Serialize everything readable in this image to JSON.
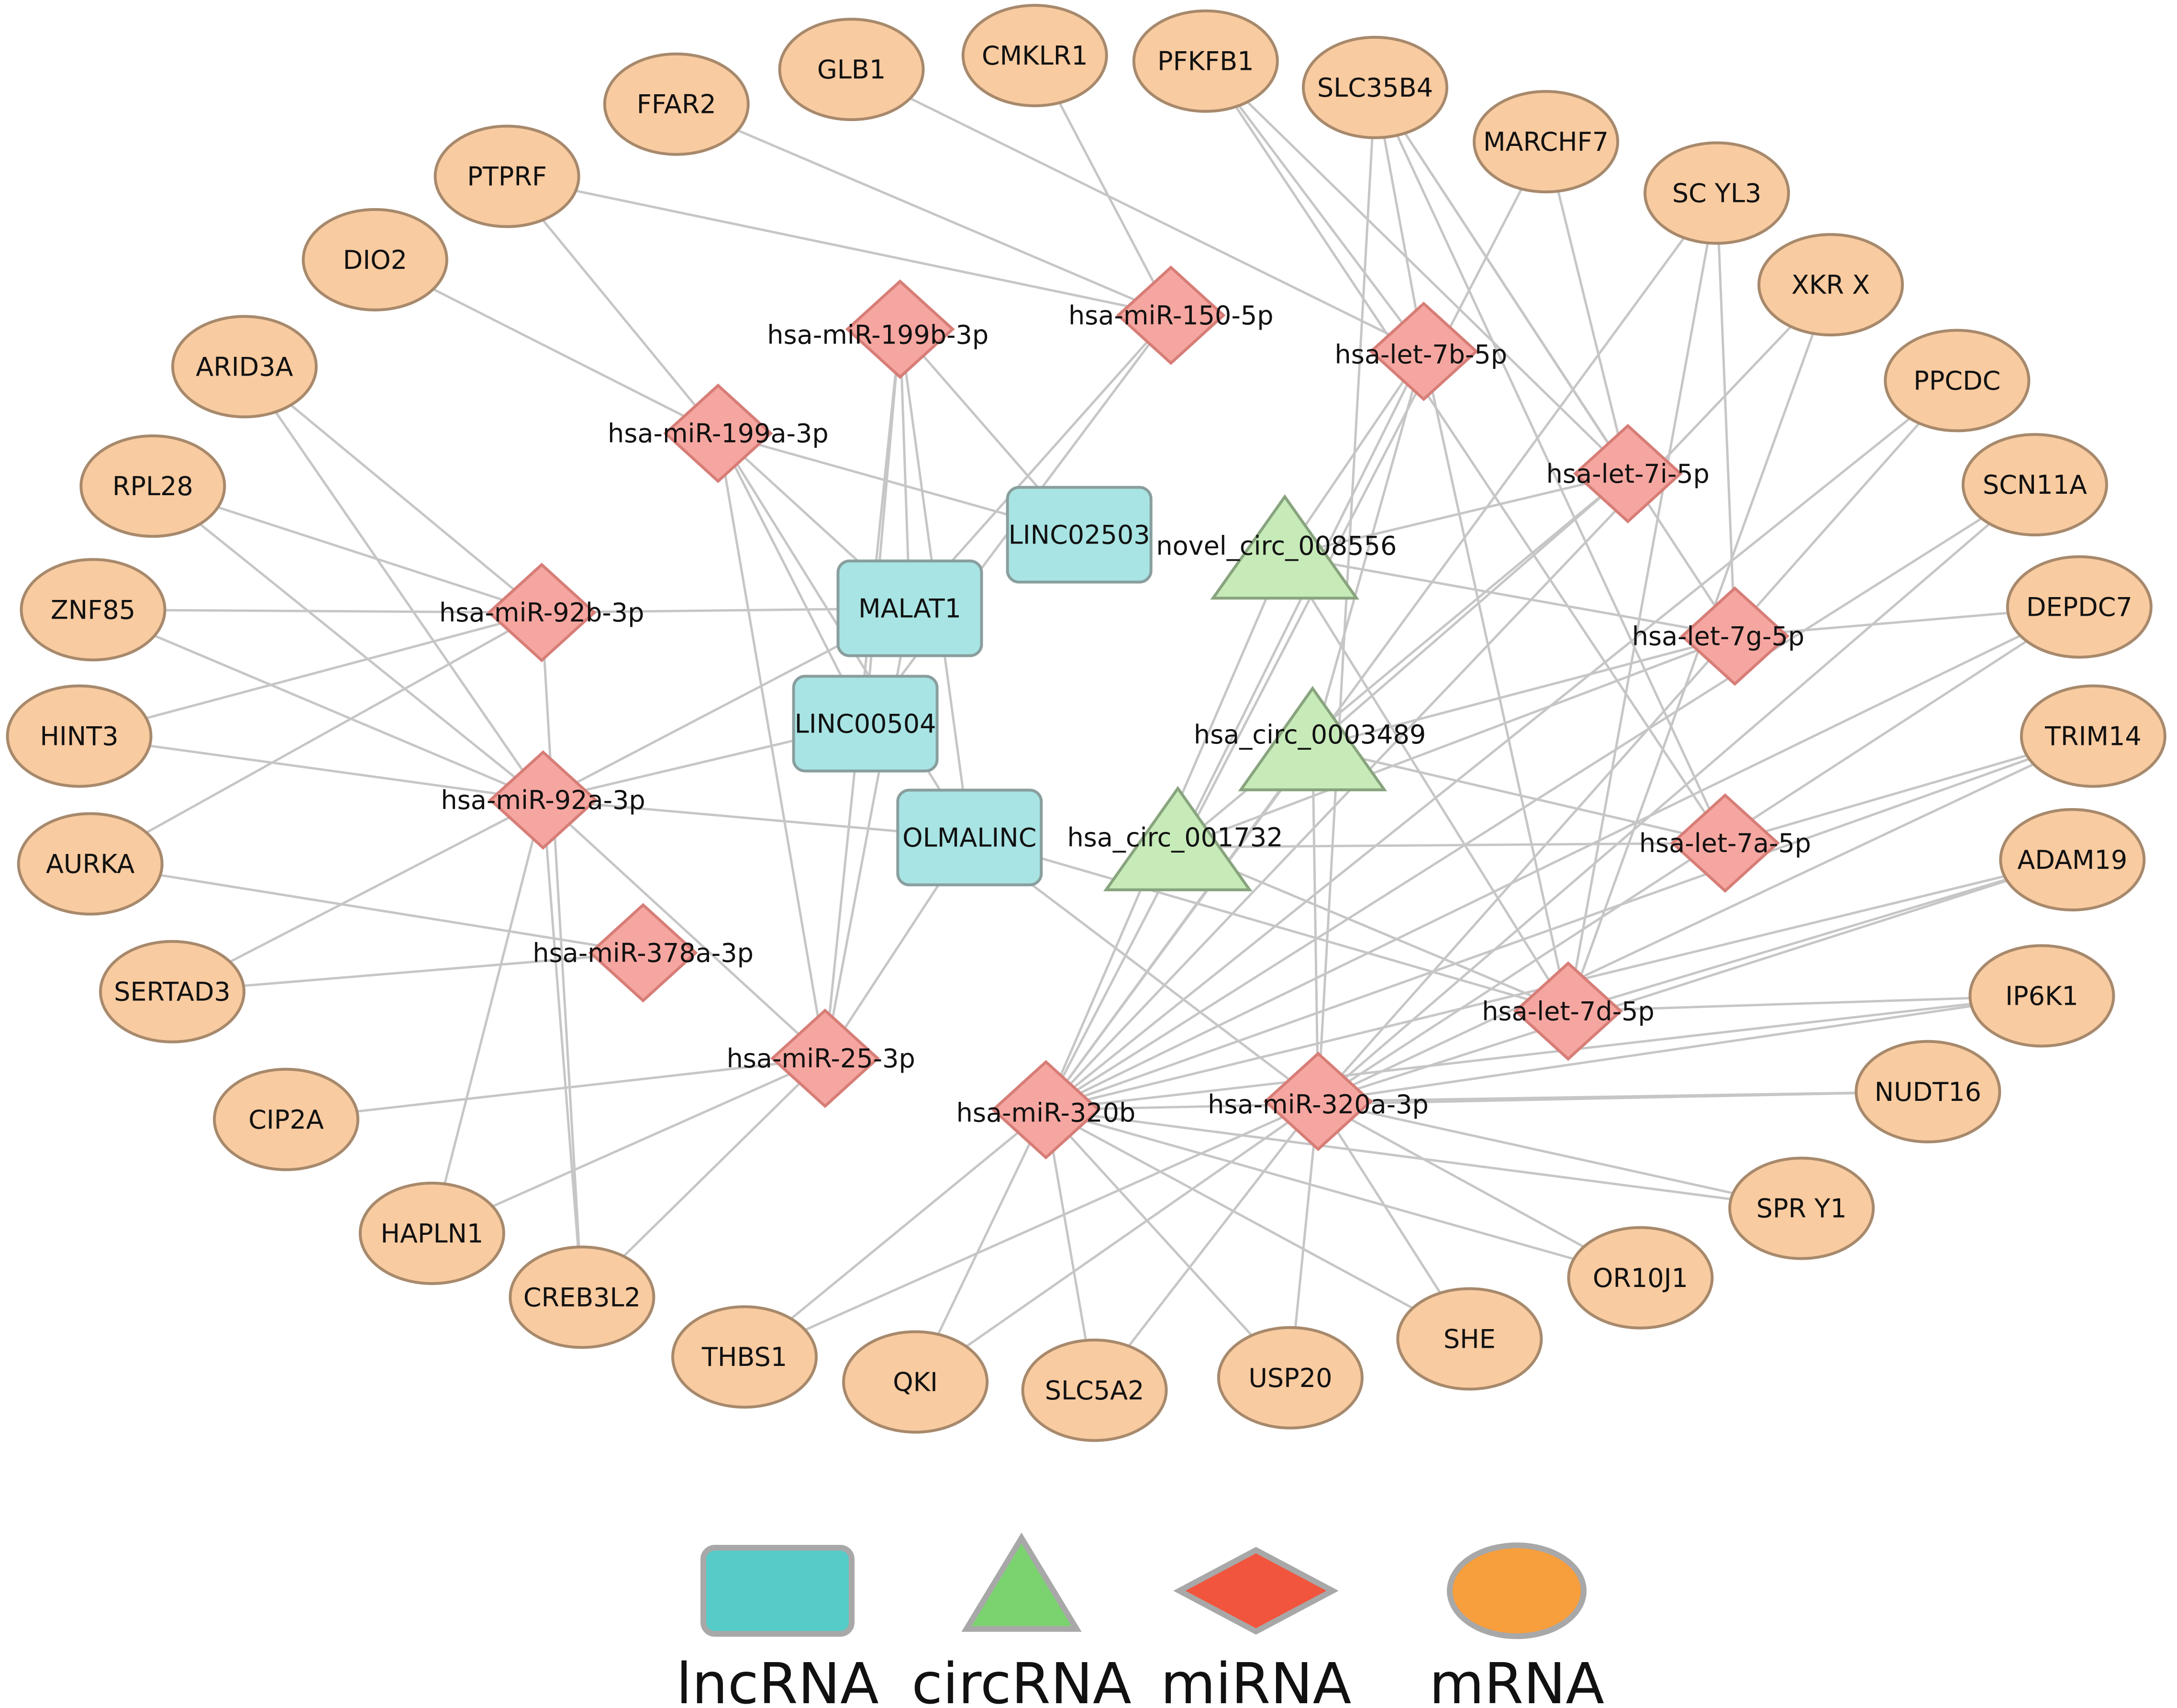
{
  "colors": {
    "lncRNA_fill": "#a8e4e4",
    "lncRNA_stroke": "#8a9e9e",
    "circRNA_fill": "#c6eab8",
    "circRNA_stroke": "#88a47e",
    "miRNA_fill": "#f6a6a0",
    "miRNA_stroke": "#d77d77",
    "mRNA_fill": "#f9cba0",
    "mRNA_stroke": "#a7896c",
    "edge": "#c6c6c6",
    "legend_lncRNA": "#55ccc8",
    "legend_circRNA": "#7bd370",
    "legend_miRNA": "#f1553d",
    "legend_mRNA": "#f79e3d",
    "legend_stroke": "#a8a8a8"
  },
  "network": {
    "nodes": [
      {
        "id": "MALAT1",
        "label": "MALAT1",
        "type": "lncRNA"
      },
      {
        "id": "LINC02503",
        "label": "LINC02503",
        "type": "lncRNA"
      },
      {
        "id": "LINC00504",
        "label": "LINC00504",
        "type": "lncRNA"
      },
      {
        "id": "OLMALINC",
        "label": "OLMALINC",
        "type": "lncRNA"
      },
      {
        "id": "novel_circ_008556",
        "label": "novel_circ_008556",
        "type": "circRNA"
      },
      {
        "id": "hsa_circ_0003489",
        "label": "hsa_circ_0003489",
        "type": "circRNA"
      },
      {
        "id": "hsa_circ_001732",
        "label": "hsa_circ_001732",
        "type": "circRNA"
      },
      {
        "id": "hsa-miR-199b-3p",
        "label": "hsa-miR-199b-3p",
        "type": "miRNA"
      },
      {
        "id": "hsa-miR-150-5p",
        "label": "hsa-miR-150-5p",
        "type": "miRNA"
      },
      {
        "id": "hsa-let-7b-5p",
        "label": "hsa-let-7b-5p",
        "type": "miRNA"
      },
      {
        "id": "hsa-miR-199a-3p",
        "label": "hsa-miR-199a-3p",
        "type": "miRNA"
      },
      {
        "id": "hsa-let-7i-5p",
        "label": "hsa-let-7i-5p",
        "type": "miRNA"
      },
      {
        "id": "hsa-miR-92b-3p",
        "label": "hsa-miR-92b-3p",
        "type": "miRNA"
      },
      {
        "id": "hsa-let-7g-5p",
        "label": "hsa-let-7g-5p",
        "type": "miRNA"
      },
      {
        "id": "hsa-miR-92a-3p",
        "label": "hsa-miR-92a-3p",
        "type": "miRNA"
      },
      {
        "id": "hsa-let-7a-5p",
        "label": "hsa-let-7a-5p",
        "type": "miRNA"
      },
      {
        "id": "hsa-miR-378a-3p",
        "label": "hsa-miR-378a-3p",
        "type": "miRNA"
      },
      {
        "id": "hsa-let-7d-5p",
        "label": "hsa-let-7d-5p",
        "type": "miRNA"
      },
      {
        "id": "hsa-miR-25-3p",
        "label": "hsa-miR-25-3p",
        "type": "miRNA"
      },
      {
        "id": "hsa-miR-320b",
        "label": "hsa-miR-320b",
        "type": "miRNA"
      },
      {
        "id": "hsa-miR-320a-3p",
        "label": "hsa-miR-320a-3p",
        "type": "miRNA"
      },
      {
        "id": "GLB1",
        "label": "GLB1",
        "type": "mRNA"
      },
      {
        "id": "CMKLR1",
        "label": "CMKLR1",
        "type": "mRNA"
      },
      {
        "id": "PFKFB1",
        "label": "PFKFB1",
        "type": "mRNA"
      },
      {
        "id": "SLC35B4",
        "label": "SLC35B4",
        "type": "mRNA"
      },
      {
        "id": "FFAR2",
        "label": "FFAR2",
        "type": "mRNA"
      },
      {
        "id": "MARCHF7",
        "label": "MARCHF7",
        "type": "mRNA"
      },
      {
        "id": "PTPRF",
        "label": "PTPRF",
        "type": "mRNA"
      },
      {
        "id": "SCYL3",
        "label": "SC YL3",
        "type": "mRNA"
      },
      {
        "id": "DIO2",
        "label": "DIO2",
        "type": "mRNA"
      },
      {
        "id": "XKRX",
        "label": "XKR X",
        "type": "mRNA"
      },
      {
        "id": "ARID3A",
        "label": "ARID3A",
        "type": "mRNA"
      },
      {
        "id": "PPCDC",
        "label": "PPCDC",
        "type": "mRNA"
      },
      {
        "id": "RPL28",
        "label": "RPL28",
        "type": "mRNA"
      },
      {
        "id": "SCN11A",
        "label": "SCN11A",
        "type": "mRNA"
      },
      {
        "id": "ZNF85",
        "label": "ZNF85",
        "type": "mRNA"
      },
      {
        "id": "DEPDC7",
        "label": "DEPDC7",
        "type": "mRNA"
      },
      {
        "id": "HINT3",
        "label": "HINT3",
        "type": "mRNA"
      },
      {
        "id": "TRIM14",
        "label": "TRIM14",
        "type": "mRNA"
      },
      {
        "id": "AURKA",
        "label": "AURKA",
        "type": "mRNA"
      },
      {
        "id": "ADAM19",
        "label": "ADAM19",
        "type": "mRNA"
      },
      {
        "id": "SERTAD3",
        "label": "SERTAD3",
        "type": "mRNA"
      },
      {
        "id": "IP6K1",
        "label": "IP6K1",
        "type": "mRNA"
      },
      {
        "id": "CIP2A",
        "label": "CIP2A",
        "type": "mRNA"
      },
      {
        "id": "NUDT16",
        "label": "NUDT16",
        "type": "mRNA"
      },
      {
        "id": "SPRY1",
        "label": "SPR Y1",
        "type": "mRNA"
      },
      {
        "id": "HAPLN1",
        "label": "HAPLN1",
        "type": "mRNA"
      },
      {
        "id": "OR10J1",
        "label": "OR10J1",
        "type": "mRNA"
      },
      {
        "id": "CREB3L2",
        "label": "CREB3L2",
        "type": "mRNA"
      },
      {
        "id": "SHE",
        "label": "SHE",
        "type": "mRNA"
      },
      {
        "id": "THBS1",
        "label": "THBS1",
        "type": "mRNA"
      },
      {
        "id": "USP20",
        "label": "USP20",
        "type": "mRNA"
      },
      {
        "id": "QKI",
        "label": "QKI",
        "type": "mRNA"
      },
      {
        "id": "SLC5A2",
        "label": "SLC5A2",
        "type": "mRNA"
      }
    ],
    "edges": [
      [
        "hsa-miR-199b-3p",
        "MALAT1"
      ],
      [
        "hsa-miR-199b-3p",
        "LINC00504"
      ],
      [
        "hsa-miR-199b-3p",
        "OLMALINC"
      ],
      [
        "hsa-miR-199b-3p",
        "hsa-miR-25-3p"
      ],
      [
        "hsa-miR-199b-3p",
        "LINC02503"
      ],
      [
        "hsa-miR-150-5p",
        "FFAR2"
      ],
      [
        "hsa-miR-150-5p",
        "PTPRF"
      ],
      [
        "hsa-miR-150-5p",
        "CMKLR1"
      ],
      [
        "hsa-miR-150-5p",
        "MALAT1"
      ],
      [
        "hsa-miR-150-5p",
        "LINC00504"
      ],
      [
        "hsa-let-7b-5p",
        "GLB1"
      ],
      [
        "hsa-let-7b-5p",
        "PFKFB1"
      ],
      [
        "hsa-let-7b-5p",
        "SLC35B4"
      ],
      [
        "hsa-let-7b-5p",
        "novel_circ_008556"
      ],
      [
        "hsa-let-7b-5p",
        "hsa_circ_0003489"
      ],
      [
        "hsa-let-7b-5p",
        "hsa_circ_001732"
      ],
      [
        "hsa-let-7b-5p",
        "hsa-let-7d-5p"
      ],
      [
        "hsa-miR-199a-3p",
        "DIO2"
      ],
      [
        "hsa-miR-199a-3p",
        "PTPRF"
      ],
      [
        "hsa-miR-199a-3p",
        "LINC02503"
      ],
      [
        "hsa-miR-199a-3p",
        "MALAT1"
      ],
      [
        "hsa-miR-199a-3p",
        "LINC00504"
      ],
      [
        "hsa-miR-199a-3p",
        "OLMALINC"
      ],
      [
        "hsa-miR-199a-3p",
        "hsa-miR-25-3p"
      ],
      [
        "hsa-let-7i-5p",
        "PFKFB1"
      ],
      [
        "hsa-let-7i-5p",
        "MARCHF7"
      ],
      [
        "hsa-let-7i-5p",
        "SLC35B4"
      ],
      [
        "hsa-let-7i-5p",
        "novel_circ_008556"
      ],
      [
        "hsa-let-7i-5p",
        "hsa_circ_0003489"
      ],
      [
        "hsa-let-7i-5p",
        "hsa_circ_001732"
      ],
      [
        "hsa-miR-92b-3p",
        "RPL28"
      ],
      [
        "hsa-miR-92b-3p",
        "ZNF85"
      ],
      [
        "hsa-miR-92b-3p",
        "HINT3"
      ],
      [
        "hsa-miR-92b-3p",
        "AURKA"
      ],
      [
        "hsa-miR-92b-3p",
        "MALAT1"
      ],
      [
        "hsa-miR-92b-3p",
        "ARID3A"
      ],
      [
        "hsa-miR-92b-3p",
        "CREB3L2"
      ],
      [
        "hsa-let-7g-5p",
        "SLC35B4"
      ],
      [
        "hsa-let-7g-5p",
        "SCYL3"
      ],
      [
        "hsa-let-7g-5p",
        "novel_circ_008556"
      ],
      [
        "hsa-let-7g-5p",
        "hsa_circ_0003489"
      ],
      [
        "hsa-let-7g-5p",
        "hsa_circ_001732"
      ],
      [
        "hsa-let-7g-5p",
        "DEPDC7"
      ],
      [
        "hsa-miR-92a-3p",
        "ARID3A"
      ],
      [
        "hsa-miR-92a-3p",
        "RPL28"
      ],
      [
        "hsa-miR-92a-3p",
        "ZNF85"
      ],
      [
        "hsa-miR-92a-3p",
        "HINT3"
      ],
      [
        "hsa-miR-92a-3p",
        "SERTAD3"
      ],
      [
        "hsa-miR-92a-3p",
        "HAPLN1"
      ],
      [
        "hsa-miR-92a-3p",
        "CREB3L2"
      ],
      [
        "hsa-miR-92a-3p",
        "LINC00504"
      ],
      [
        "hsa-miR-92a-3p",
        "OLMALINC"
      ],
      [
        "hsa-miR-92a-3p",
        "MALAT1"
      ],
      [
        "hsa-let-7a-5p",
        "PFKFB1"
      ],
      [
        "hsa-let-7a-5p",
        "SLC35B4"
      ],
      [
        "hsa-let-7a-5p",
        "hsa_circ_001732"
      ],
      [
        "hsa-let-7a-5p",
        "hsa_circ_0003489"
      ],
      [
        "hsa-let-7a-5p",
        "TRIM14"
      ],
      [
        "hsa-miR-378a-3p",
        "AURKA"
      ],
      [
        "hsa-miR-378a-3p",
        "SERTAD3"
      ],
      [
        "hsa-let-7d-5p",
        "SCYL3"
      ],
      [
        "hsa-let-7d-5p",
        "XKRX"
      ],
      [
        "hsa-let-7d-5p",
        "ADAM19"
      ],
      [
        "hsa-let-7d-5p",
        "IP6K1"
      ],
      [
        "hsa-let-7d-5p",
        "novel_circ_008556"
      ],
      [
        "hsa-let-7d-5p",
        "hsa_circ_001732"
      ],
      [
        "hsa-let-7d-5p",
        "OLMALINC"
      ],
      [
        "hsa-miR-25-3p",
        "OLMALINC"
      ],
      [
        "hsa-miR-25-3p",
        "CIP2A"
      ],
      [
        "hsa-miR-25-3p",
        "HAPLN1"
      ],
      [
        "hsa-miR-25-3p",
        "CREB3L2"
      ],
      [
        "hsa-miR-25-3p",
        "hsa-miR-92a-3p"
      ],
      [
        "hsa-miR-25-3p",
        "MALAT1"
      ],
      [
        "hsa-miR-320b",
        "PPCDC"
      ],
      [
        "hsa-miR-320b",
        "SCN11A"
      ],
      [
        "hsa-miR-320b",
        "DEPDC7"
      ],
      [
        "hsa-miR-320b",
        "TRIM14"
      ],
      [
        "hsa-miR-320b",
        "ADAM19"
      ],
      [
        "hsa-miR-320b",
        "IP6K1"
      ],
      [
        "hsa-miR-320b",
        "NUDT16"
      ],
      [
        "hsa-miR-320b",
        "SPRY1"
      ],
      [
        "hsa-miR-320b",
        "OR10J1"
      ],
      [
        "hsa-miR-320b",
        "SHE"
      ],
      [
        "hsa-miR-320b",
        "USP20"
      ],
      [
        "hsa-miR-320b",
        "SLC5A2"
      ],
      [
        "hsa-miR-320b",
        "QKI"
      ],
      [
        "hsa-miR-320b",
        "THBS1"
      ],
      [
        "hsa-miR-320b",
        "XKRX"
      ],
      [
        "hsa-miR-320b",
        "novel_circ_008556"
      ],
      [
        "hsa-miR-320b",
        "SCYL3"
      ],
      [
        "hsa-miR-320b",
        "hsa_circ_0003489"
      ],
      [
        "hsa-miR-320b",
        "MARCHF7"
      ],
      [
        "hsa-miR-320a-3p",
        "PPCDC"
      ],
      [
        "hsa-miR-320a-3p",
        "SCN11A"
      ],
      [
        "hsa-miR-320a-3p",
        "DEPDC7"
      ],
      [
        "hsa-miR-320a-3p",
        "TRIM14"
      ],
      [
        "hsa-miR-320a-3p",
        "ADAM19"
      ],
      [
        "hsa-miR-320a-3p",
        "IP6K1"
      ],
      [
        "hsa-miR-320a-3p",
        "NUDT16"
      ],
      [
        "hsa-miR-320a-3p",
        "SPRY1"
      ],
      [
        "hsa-miR-320a-3p",
        "OR10J1"
      ],
      [
        "hsa-miR-320a-3p",
        "SHE"
      ],
      [
        "hsa-miR-320a-3p",
        "USP20"
      ],
      [
        "hsa-miR-320a-3p",
        "SLC5A2"
      ],
      [
        "hsa-miR-320a-3p",
        "QKI"
      ],
      [
        "hsa-miR-320a-3p",
        "THBS1"
      ],
      [
        "hsa-miR-320a-3p",
        "OLMALINC"
      ],
      [
        "hsa-miR-320a-3p",
        "hsa_circ_0003489"
      ],
      [
        "hsa-miR-320a-3p",
        "SLC35B4"
      ]
    ]
  },
  "legend": {
    "items": [
      {
        "label": "lncRNA",
        "type": "lncRNA"
      },
      {
        "label": "circRNA",
        "type": "circRNA"
      },
      {
        "label": "miRNA",
        "type": "miRNA"
      },
      {
        "label": "mRNA",
        "type": "mRNA"
      }
    ]
  }
}
